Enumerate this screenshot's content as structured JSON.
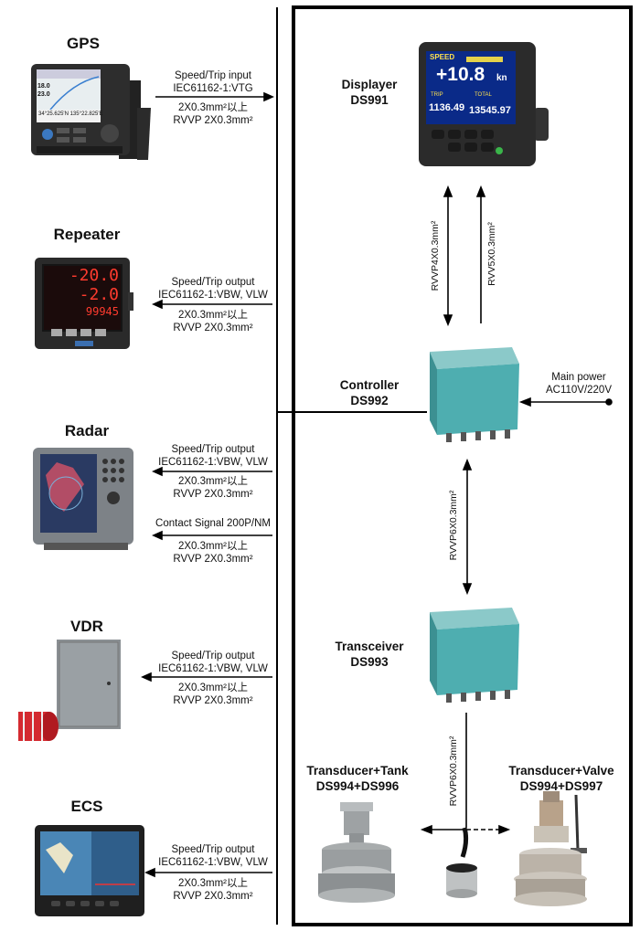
{
  "devices": {
    "gps": {
      "title": "GPS"
    },
    "repeater": {
      "title": "Repeater"
    },
    "radar": {
      "title": "Radar"
    },
    "vdr": {
      "title": "VDR"
    },
    "ecs": {
      "title": "ECS"
    }
  },
  "connections": {
    "gps": {
      "line1": "Speed/Trip input",
      "line2": "IEC61162-1:VTG",
      "line3": "2X0.3mm²以上",
      "line4": "RVVP 2X0.3mm²"
    },
    "repeater": {
      "line1": "Speed/Trip output",
      "line2": "IEC61162-1:VBW, VLW",
      "line3": "2X0.3mm²以上",
      "line4": "RVVP 2X0.3mm²"
    },
    "radar": {
      "line1": "Speed/Trip output",
      "line2": "IEC61162-1:VBW, VLW",
      "line3": "2X0.3mm²以上",
      "line4": "RVVP 2X0.3mm²"
    },
    "radar2": {
      "line1": "Contact Signal 200P/NM",
      "line3": "2X0.3mm²以上",
      "line4": "RVVP 2X0.3mm²"
    },
    "vdr": {
      "line1": "Speed/Trip output",
      "line2": "IEC61162-1:VBW, VLW",
      "line3": "2X0.3mm²以上",
      "line4": "RVVP 2X0.3mm²"
    },
    "ecs": {
      "line1": "Speed/Trip output",
      "line2": "IEC61162-1:VBW, VLW",
      "line3": "2X0.3mm²以上",
      "line4": "RVVP 2X0.3mm²"
    }
  },
  "units": {
    "displayer": {
      "name": "Displayer",
      "model": "DS991"
    },
    "controller": {
      "name": "Controller",
      "model": "DS992"
    },
    "transceiver": {
      "name": "Transceiver",
      "model": "DS993"
    },
    "transducer_tank": {
      "name": "Transducer+Tank",
      "model": "DS994+DS996"
    },
    "transducer_valve": {
      "name": "Transducer+Valve",
      "model": "DS994+DS997"
    }
  },
  "cables": {
    "display_a": "RVVP4X0.3mm²",
    "display_b": "RVV5X0.3mm²",
    "controller_transceiver": "RVVP6X0.3mm²",
    "transceiver_transducer": "RVVP6X0.3mm²"
  },
  "power": {
    "line1": "Main power",
    "line2": "AC110V/220V"
  },
  "display_screen": {
    "speed_label": "SPEED",
    "speed_value": "+10.8",
    "speed_unit": "kn",
    "trip_label": "TRIP",
    "trip_value": "1136.49",
    "total_label": "TOTAL",
    "total_value": "13545.97"
  },
  "repeater_screen": {
    "row1": "-20.0",
    "row2": "-2.0",
    "row3": "99945"
  },
  "gps_screen": {
    "row1": "18.0",
    "row2": "23.0",
    "coords": "34°25.625'N 135°22.825'E"
  }
}
